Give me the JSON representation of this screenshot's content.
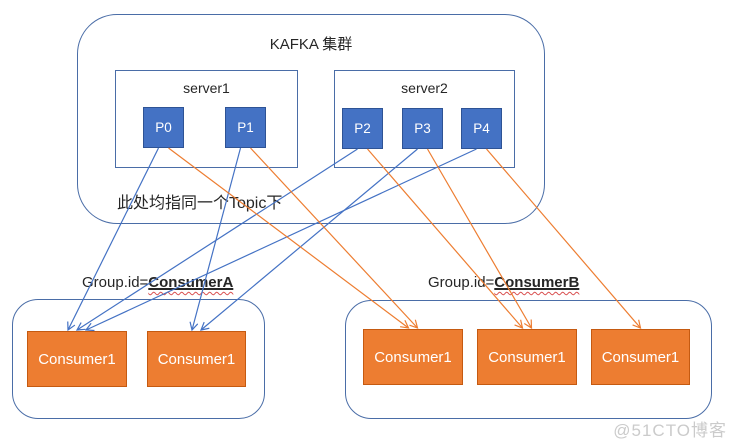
{
  "palette": {
    "partition_fill": "#4472C4",
    "partition_border": "#2E5395",
    "consumer_fill": "#ED7D31",
    "consumer_border": "#C55A11",
    "container_border": "#4A6DA7",
    "blue_arrow": "#4472C4",
    "orange_arrow": "#ED7D31",
    "text": "#262626",
    "watermark_color": "#CBCBCB"
  },
  "kafka_cluster": {
    "title": "KAFKA 集群",
    "note": "此处均指同一个Topic下",
    "servers": [
      {
        "label": "server1",
        "partitions": [
          {
            "id": "p0",
            "label": "P0"
          },
          {
            "id": "p1",
            "label": "P1"
          }
        ]
      },
      {
        "label": "server2",
        "partitions": [
          {
            "id": "p2",
            "label": "P2"
          },
          {
            "id": "p3",
            "label": "P3"
          },
          {
            "id": "p4",
            "label": "P4"
          }
        ]
      }
    ]
  },
  "consumer_groups": [
    {
      "label_prefix": "Group.id=",
      "label_name": "ConsumerA",
      "consumers": [
        {
          "id": "a1",
          "label": "Consumer1"
        },
        {
          "id": "a2",
          "label": "Consumer1"
        }
      ]
    },
    {
      "label_prefix": "Group.id=",
      "label_name": "ConsumerB",
      "consumers": [
        {
          "id": "b1",
          "label": "Consumer1"
        },
        {
          "id": "b2",
          "label": "Consumer1"
        },
        {
          "id": "b3",
          "label": "Consumer1"
        }
      ]
    }
  ],
  "edges": [
    {
      "from": "p0",
      "to": "a1",
      "color": "blue"
    },
    {
      "from": "p1",
      "to": "a2",
      "color": "blue"
    },
    {
      "from": "p2",
      "to": "a1",
      "color": "blue"
    },
    {
      "from": "p3",
      "to": "a2",
      "color": "blue"
    },
    {
      "from": "p4",
      "to": "a1",
      "color": "blue"
    },
    {
      "from": "p0",
      "to": "b1",
      "color": "orange"
    },
    {
      "from": "p1",
      "to": "b1",
      "color": "orange"
    },
    {
      "from": "p2",
      "to": "b2",
      "color": "orange"
    },
    {
      "from": "p3",
      "to": "b2",
      "color": "orange"
    },
    {
      "from": "p4",
      "to": "b3",
      "color": "orange"
    }
  ],
  "watermark": "@51CTO博客"
}
